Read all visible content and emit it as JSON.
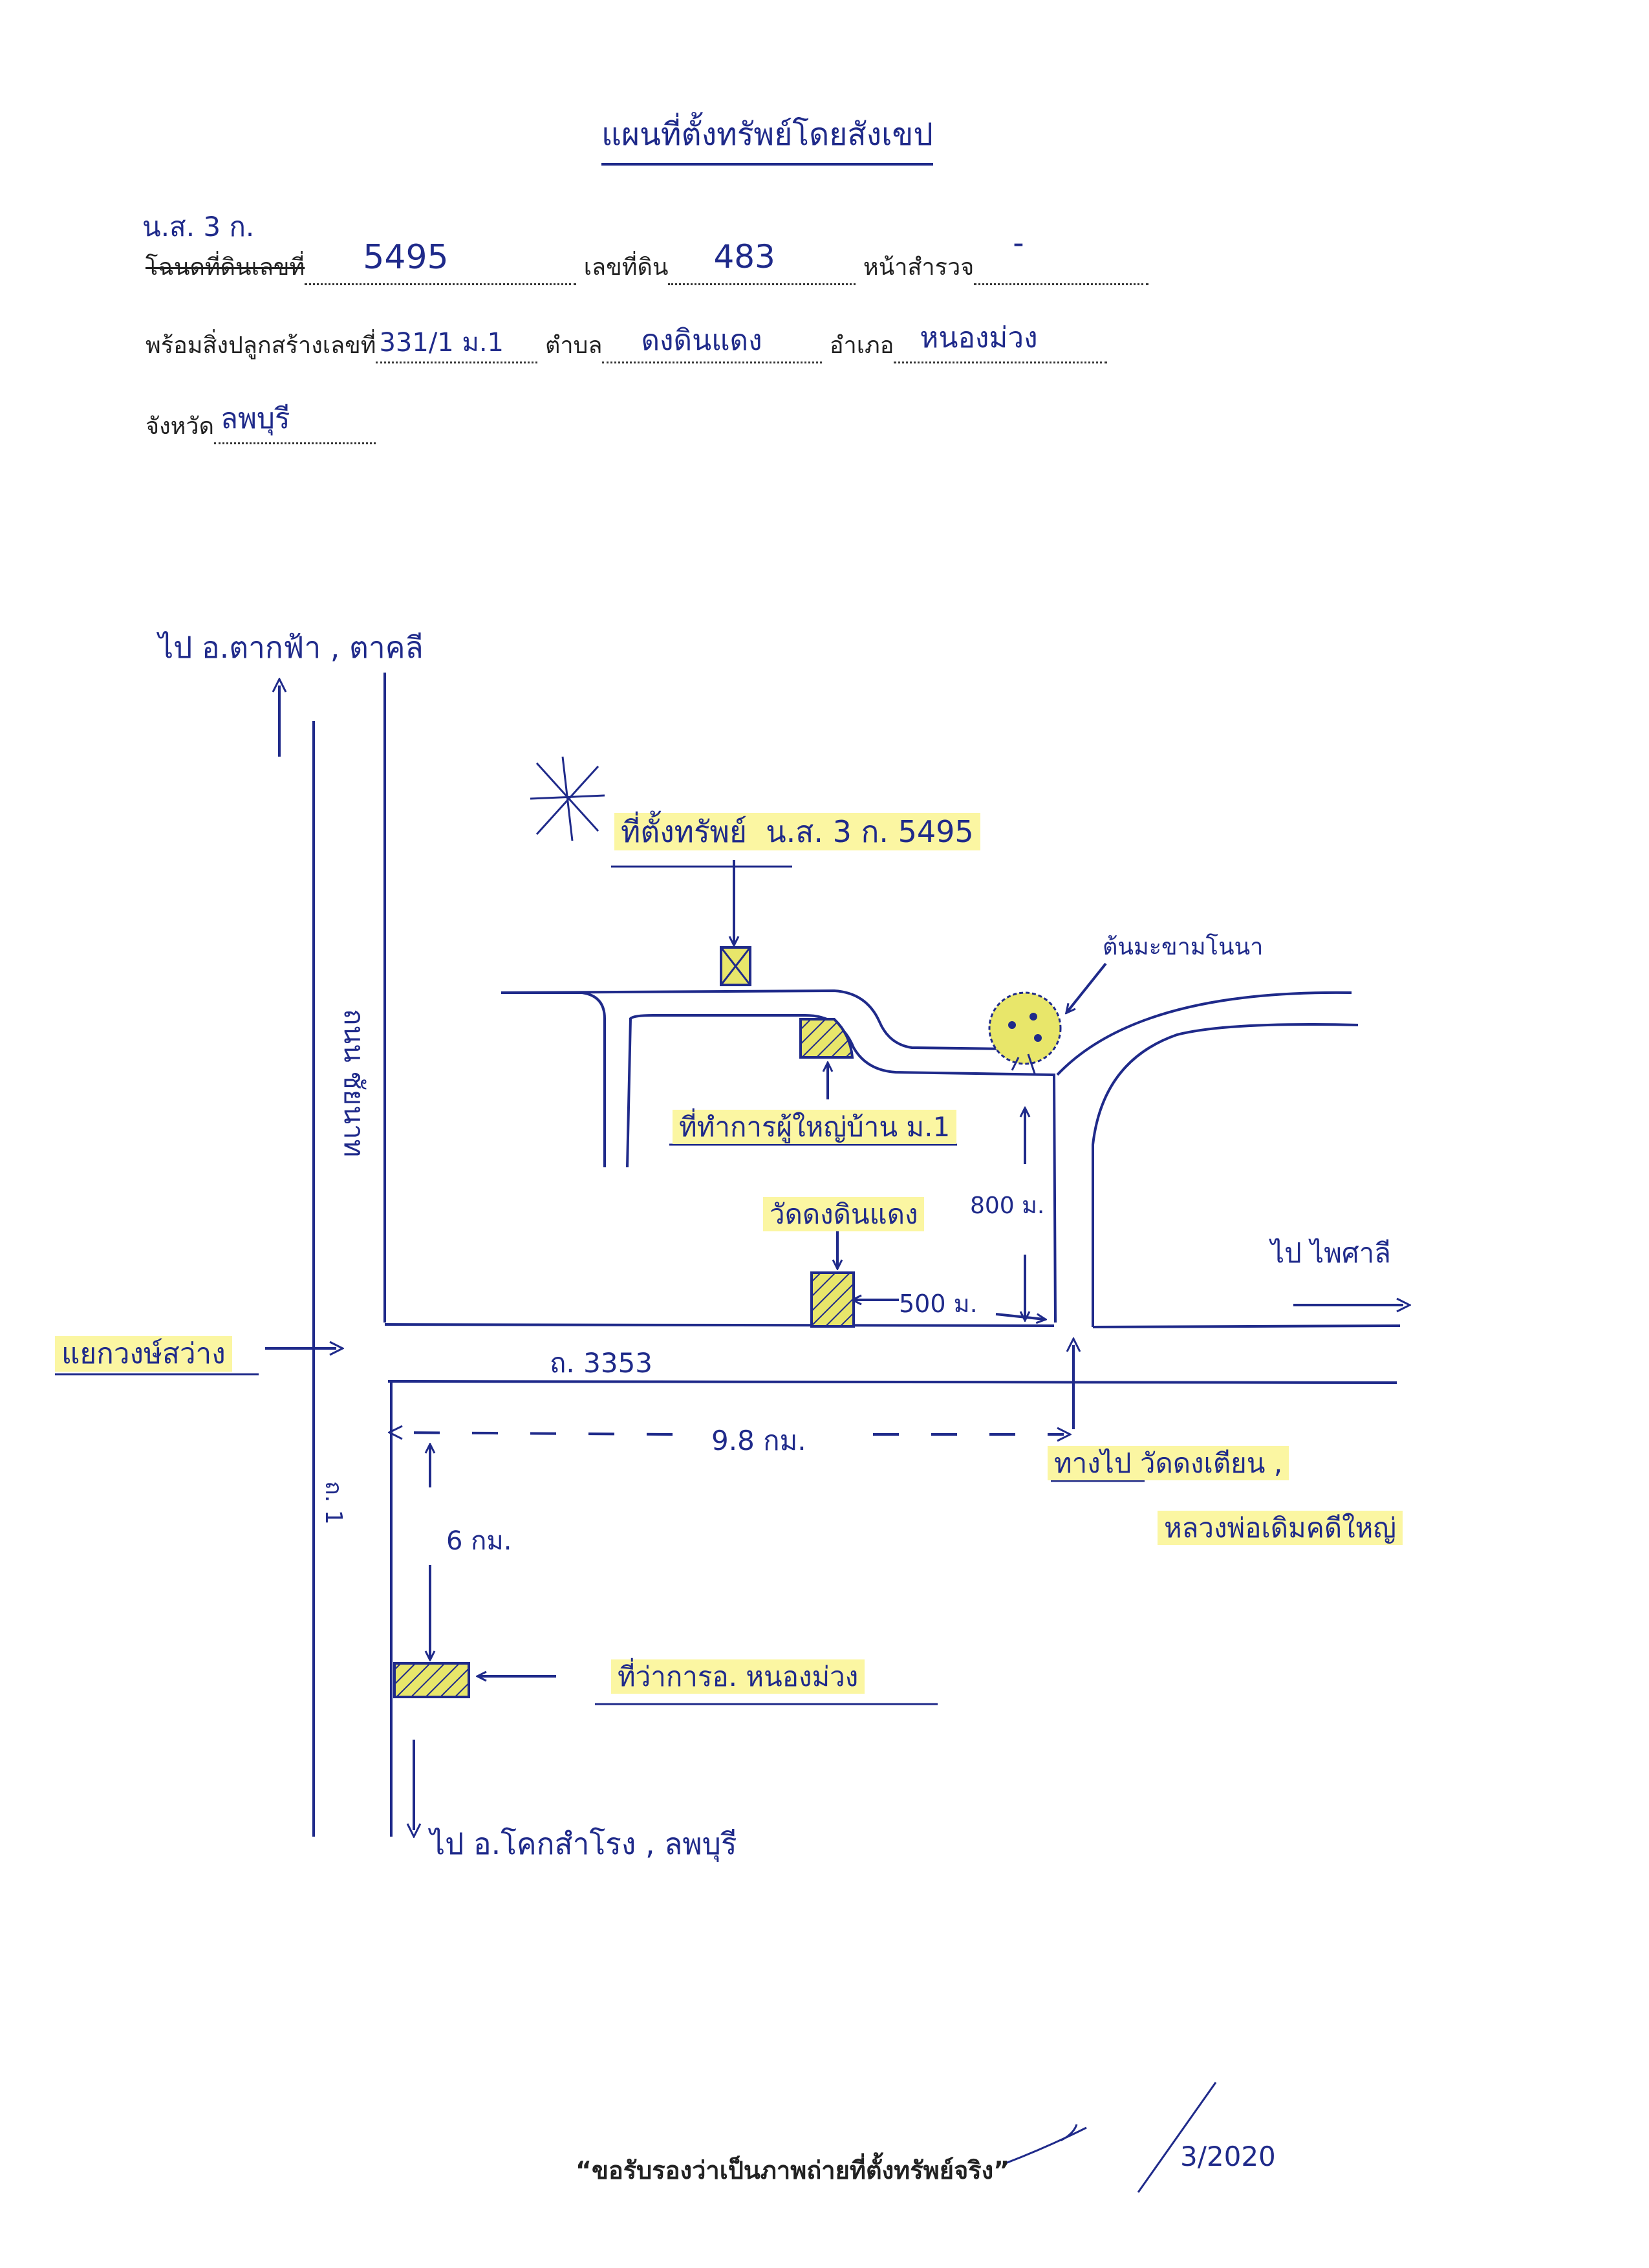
{
  "header": {
    "title": "แผนที่ตั้งทรัพย์โดยสังเขป"
  },
  "form": {
    "doc_type_handwritten": "น.ส. 3 ก.",
    "deed_no_label": "โฉนดที่ดินเลขที่",
    "deed_no_value": "5495",
    "land_no_label": "เลขที่ดิน",
    "land_no_value": "483",
    "survey_page_label": "หน้าสำรวจ",
    "survey_page_value": "-",
    "building_no_label": "พร้อมสิ่งปลูกสร้างเลขที่",
    "building_no_value": "331/1 ม.1",
    "subdistrict_label": "ตำบล",
    "subdistrict_value": "ดงดินแดง",
    "district_label": "อำเภอ",
    "district_value": "หนองม่วง",
    "province_label": "จังหวัด",
    "province_value": "ลพบุรี"
  },
  "map": {
    "to_north": "ไป อ.ตากฟ้า , ตาคลี",
    "property_label": "ที่ตั้งทรัพย์",
    "property_doc": "น.ส. 3 ก. 5495",
    "tree_label": "ต้นมะขามโนนา",
    "village_office_label": "ที่ทำการผู้ใหญ่บ้าน ม.1",
    "temple_label": "วัดดงดินแดง",
    "dist_800": "800 ม.",
    "dist_500": "500 ม.",
    "to_east": "ไป ไพศาลี",
    "main_road_left": "ถนน ชัยนาท",
    "junction_label": "แยกวงษ์สว่าง",
    "road_no": "ถ. 3353",
    "dist_98": "9.8 กม.",
    "to_temple_1": "ทางไป วัดดงเตียน ,",
    "to_temple_2": "หลวงพ่อเดิมคดีใหญ่",
    "dist_6": "6 กม.",
    "district_office_label": "ที่ว่าการอ. หนองม่วง",
    "to_south": "ไป อ.โคกสำโรง , ลพบุรี"
  },
  "footer": {
    "certify_text": "“ขอรับรองว่าเป็นภาพถ่ายที่ตั้งทรัพย์จริง”",
    "date_text": "3/2020"
  },
  "colors": {
    "ink": "#1f2a8a",
    "highlight": "#fbf6a2",
    "hatch_fill": "#e8e66a"
  }
}
